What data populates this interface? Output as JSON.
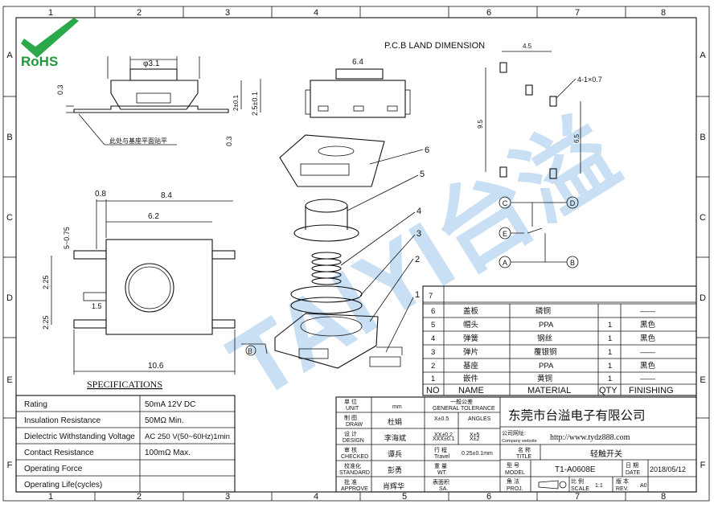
{
  "grid": {
    "columns": [
      "1",
      "2",
      "3",
      "4",
      "5",
      "6",
      "7",
      "8"
    ],
    "rows": [
      "A",
      "B",
      "C",
      "D",
      "E",
      "F"
    ]
  },
  "logo": {
    "text": "RoHS",
    "color": "#1f9a3a"
  },
  "watermark": {
    "text": "TAIYI台溢",
    "color": "#3d8fd8"
  },
  "top_view": {
    "dia": "φ3.1",
    "d03": "0.3",
    "d2": "2±0.1",
    "d25": "2.5±0.1",
    "d03b": "0.3",
    "note": "此处与基座平面贴平"
  },
  "side_view": {
    "width": "6.4"
  },
  "pcb": {
    "title": "P.C.B LAND DIMENSION",
    "w45": "4.5",
    "pad": "4-1×0.7",
    "h95": "9.5",
    "h65": "6.5"
  },
  "circuit": {
    "labels": [
      "C",
      "D",
      "E",
      "A",
      "B"
    ]
  },
  "plan_view": {
    "d08": "0.8",
    "d84": "8.4",
    "d62": "6.2",
    "d5075": "5~0.75",
    "d225a": "2.25",
    "d15": "1.5",
    "d225b": "2.25",
    "d106": "10.6",
    "tag_b": "B"
  },
  "parts_numbers": [
    "1",
    "2",
    "3",
    "4",
    "5",
    "6"
  ],
  "bom": {
    "headers": [
      "NO",
      "NAME",
      "MATERIAL",
      "QTY",
      "FINISHING"
    ],
    "rows": [
      {
        "no": "7",
        "name": "",
        "material": "",
        "qty": "",
        "finish": ""
      },
      {
        "no": "6",
        "name": "盖板",
        "material": "磷铜",
        "qty": "",
        "finish": "——"
      },
      {
        "no": "5",
        "name": "帽头",
        "material": "PPA",
        "qty": "1",
        "finish": "黑色"
      },
      {
        "no": "4",
        "name": "弹簧",
        "material": "钢丝",
        "qty": "1",
        "finish": "黑色"
      },
      {
        "no": "3",
        "name": "弹片",
        "material": "覆银铜",
        "qty": "1",
        "finish": "——"
      },
      {
        "no": "2",
        "name": "基座",
        "material": "PPA",
        "qty": "1",
        "finish": "黑色"
      },
      {
        "no": "1",
        "name": "嵌件",
        "material": "黄铜",
        "qty": "1",
        "finish": "——"
      }
    ]
  },
  "specs": {
    "title": "SPECIFICATIONS",
    "rows": [
      {
        "label": "Rating",
        "value": "50mA 12V DC"
      },
      {
        "label": "Insulation Resistance",
        "value": "50MΩ Min."
      },
      {
        "label": "Dielectric Withstanding Voltage",
        "value": "AC 250 V(50~60Hz)1min"
      },
      {
        "label": "Contact Resistance",
        "value": "100mΩ Max."
      },
      {
        "label": "Operating Force",
        "value": ""
      },
      {
        "label": "Operating Life(cycles)",
        "value": ""
      }
    ]
  },
  "title_block": {
    "unit_cn": "单 位",
    "unit_en": "UNIT",
    "unit_val": "mm",
    "draw_cn": "制 图",
    "draw_en": "DRAW",
    "draw_val": "杜娟",
    "design_cn": "设 计",
    "design_en": "DESIGN",
    "design_val": "李海斌",
    "check_cn": "审 核",
    "check_en": "CHECKED",
    "check_val": "谭兵",
    "std_cn": "校准化",
    "std_en": "STANDARD",
    "std_val": "彭勇",
    "appr_cn": "批 准",
    "appr_en": "APPROVE",
    "appr_val": "肖辉华",
    "tol_cn": "一般公差",
    "tol_en": "GENERAL TOLERANCE",
    "tol1": "X±0.5",
    "tol1b": "ANGLES",
    "tol2": "XX±0.2",
    "tol2b": "X±5",
    "tol3": "XXX±0.1",
    "tol3b": "X±2",
    "travel_cn": "行 程",
    "travel_en": "Travel",
    "travel_val": "0.25±0.1mm",
    "wt_cn": "重 量",
    "wt_en": "WT.",
    "sa_cn": "表面积",
    "sa_en": "SA.",
    "company": "东莞市台溢电子有限公司",
    "web_cn": "公司网址:",
    "web_en": "Company website",
    "web": "http://www.tydz888.com",
    "title_cn": "名 称",
    "title_en": "TITLE",
    "title_val": "轻触开关",
    "model_cn": "型 号",
    "model_en": "MODEL",
    "model_val": "T1-A0608E",
    "date_cn": "日 期",
    "date_en": "DATE",
    "date_val": "2018/05/12",
    "proj_cn": "角 法",
    "proj_en": "PROJ.",
    "scale_cn": "比 例",
    "scale_en": "SCALE",
    "scale_val": "1:1",
    "rev_cn": "版 本",
    "rev_en": "REV.",
    "rev_val": "A0"
  }
}
